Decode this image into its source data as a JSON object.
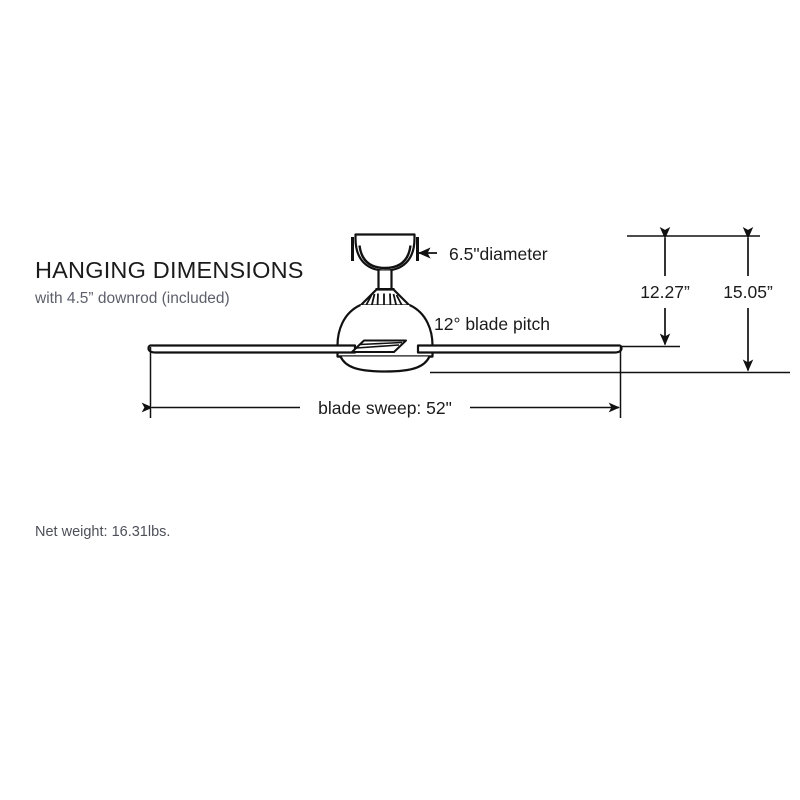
{
  "page": {
    "background_color": "#ffffff",
    "line_color": "#111111",
    "title_color": "#1b1b1b",
    "subtitle_color": "#5d5f6b",
    "note_color": "#4e5059"
  },
  "heading": {
    "title": "HANGING DIMENSIONS",
    "subtitle": "with 4.5” downrod (included)"
  },
  "annotations": {
    "canopy_diameter": "6.5\"diameter",
    "blade_pitch": "12° blade pitch",
    "height_to_blades": "12.27”",
    "overall_height": "15.05”",
    "blade_sweep": "blade sweep: 52\""
  },
  "notes": {
    "net_weight": "Net weight: 16.31lbs."
  },
  "chart_data": {
    "type": "diagram",
    "title": "HANGING DIMENSIONS",
    "subtitle": "with 4.5” downrod (included)",
    "product": "ceiling fan elevation drawing",
    "measurements": [
      {
        "name": "canopy diameter",
        "value": 6.5,
        "unit": "in",
        "label": "6.5\"diameter"
      },
      {
        "name": "blade pitch",
        "value": 12,
        "unit": "deg",
        "label": "12° blade pitch"
      },
      {
        "name": "height ceiling to blades",
        "value": 12.27,
        "unit": "in",
        "label": "12.27”"
      },
      {
        "name": "overall hanging height",
        "value": 15.05,
        "unit": "in",
        "label": "15.05”"
      },
      {
        "name": "blade sweep",
        "value": 52,
        "unit": "in",
        "label": "blade sweep: 52\""
      },
      {
        "name": "downrod length",
        "value": 4.5,
        "unit": "in",
        "label": "with 4.5” downrod (included)"
      },
      {
        "name": "net weight",
        "value": 16.31,
        "unit": "lbs",
        "label": "Net weight: 16.31lbs."
      }
    ]
  }
}
